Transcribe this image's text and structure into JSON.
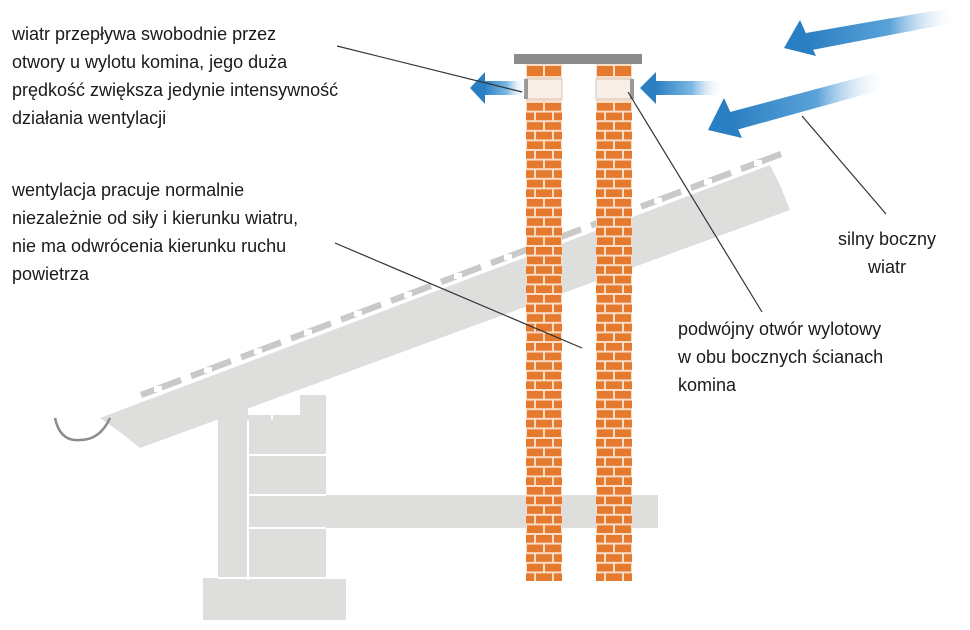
{
  "colors": {
    "brick": "#e57a2f",
    "mortar": "#f8dcc6",
    "roof": "#dededc",
    "cap": "#8c8c8c",
    "arrow": "#2a7ec2",
    "leader": "#333333",
    "text": "#1a1a1a"
  },
  "callouts": {
    "wind_top": {
      "lines": [
        "wiatr przepływa swobodnie przez",
        "otwory u wylotu komina, jego duża",
        "prędkość zwiększa jedynie intensywność",
        "działania wentylacji"
      ]
    },
    "ventilation": {
      "lines": [
        "wentylacja pracuje normalnie",
        "niezależnie od siły i kierunku wiatru,",
        "nie ma odwrócenia kierunku ruchu",
        "powietrza"
      ]
    },
    "side_wind": {
      "lines": [
        "silny boczny",
        "wiatr"
      ]
    },
    "double_outlet": {
      "lines": [
        "podwójny otwór wylotowy",
        "w obu bocznych ścianach",
        "komina"
      ]
    }
  },
  "icons": {
    "wind_arrows": "wind-arrow-icon",
    "outlet_arrows": "airflow-arrow-icon"
  }
}
